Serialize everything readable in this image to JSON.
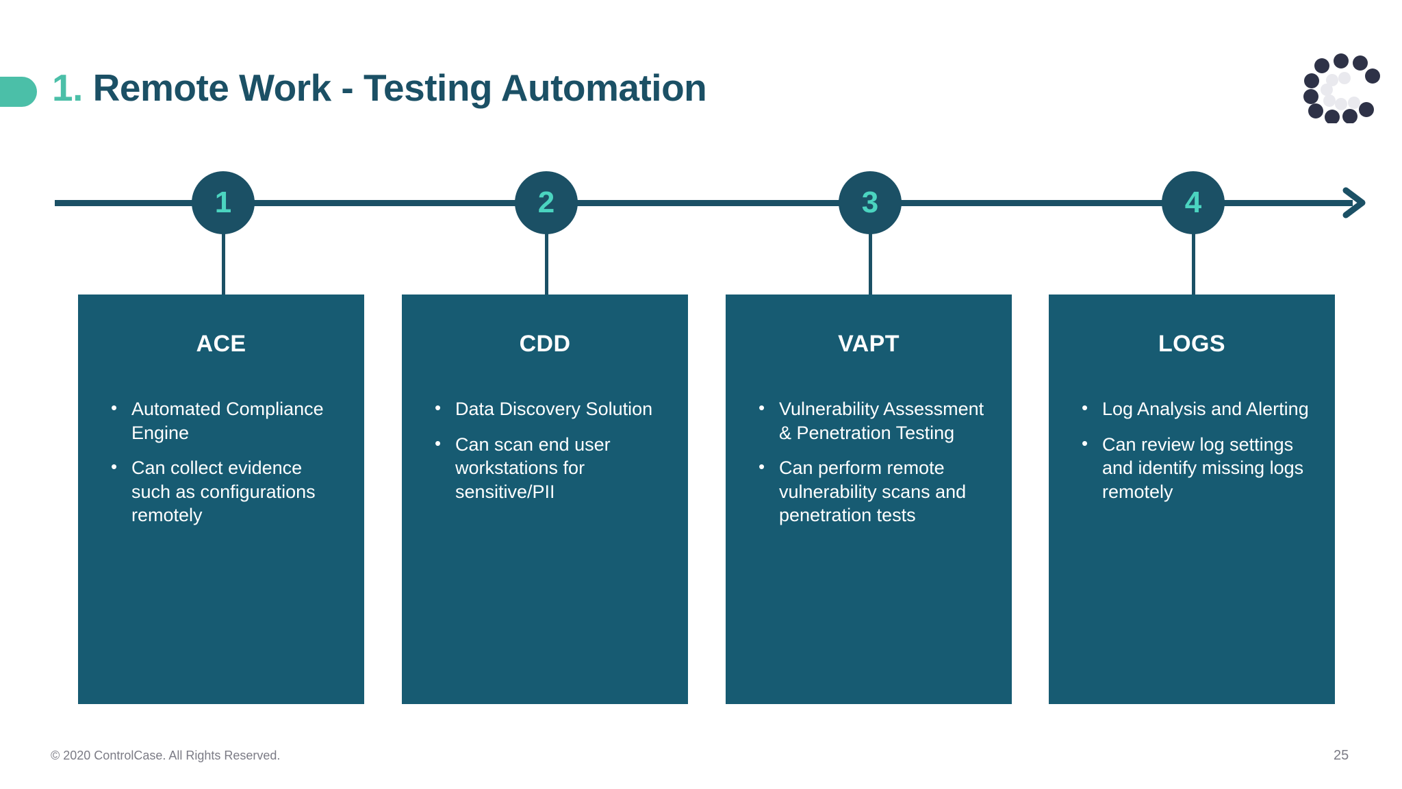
{
  "slide": {
    "title_number": "1.",
    "title_text": " Remote Work - Testing Automation",
    "accent_color": "#4BBFA8",
    "title_color": "#1B5065",
    "card_color": "#175B72",
    "background": "#ffffff"
  },
  "logo": {
    "name": "controlcase-logo",
    "letter": "C",
    "outer_dot_color": "#2E3247",
    "inner_dot_color": "#E9E9EE"
  },
  "timeline": {
    "axis_color": "#1B5065",
    "node_number_color": "#4BD4C0",
    "arrow_direction": "right",
    "steps": [
      {
        "number": "1",
        "title": "ACE",
        "bullets": [
          "Automated Compliance Engine",
          "Can collect evidence such as configurations remotely"
        ]
      },
      {
        "number": "2",
        "title": "CDD",
        "bullets": [
          "Data Discovery Solution",
          "Can scan end user workstations for sensitive/PII"
        ]
      },
      {
        "number": "3",
        "title": "VAPT",
        "bullets": [
          "Vulnerability Assessment & Penetration Testing",
          "Can perform remote vulnerability scans and penetration tests"
        ]
      },
      {
        "number": "4",
        "title": "LOGS",
        "bullets": [
          "Log Analysis and Alerting",
          "Can review log settings and identify missing logs remotely"
        ]
      }
    ]
  },
  "footer": {
    "copyright": "© 2020 ControlCase. All Rights Reserved.",
    "page_number": "25"
  }
}
